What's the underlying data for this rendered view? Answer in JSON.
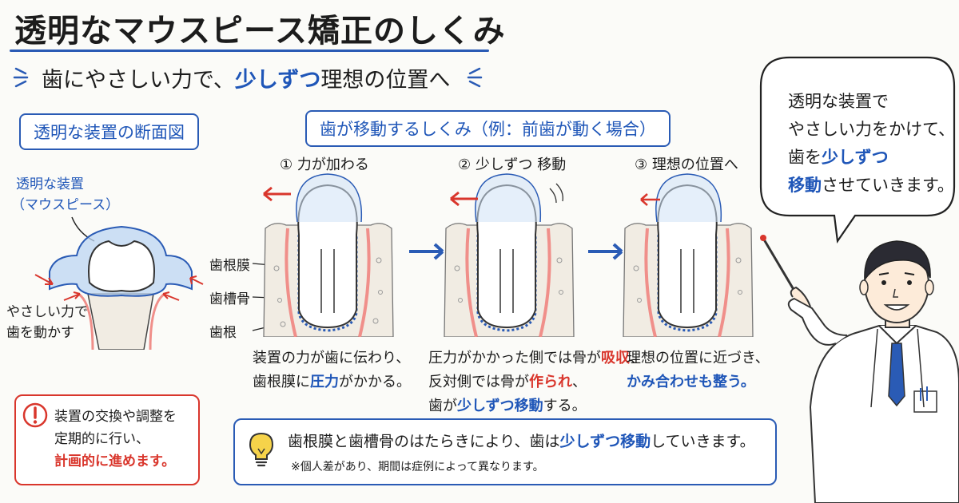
{
  "title": "透明なマウスピース矯正のしくみ",
  "subtitle": {
    "part1": "歯にやさしい力で、",
    "highlight": "少しずつ",
    "part2": "理想の位置へ"
  },
  "cross_section": {
    "heading": "透明な装置の断面図",
    "device_label": "透明な装置",
    "device_label_sub": "（マウスピース）",
    "force_label_line1": "やさしい力で",
    "force_label_line2": "歯を動かす"
  },
  "mechanism": {
    "heading": "歯が移動するしくみ（例：前歯が動く場合）",
    "steps": [
      {
        "label": "① 力が加わる"
      },
      {
        "label": "② 少しずつ 移動"
      },
      {
        "label": "③ 理想の位置へ"
      }
    ],
    "parts": [
      "歯根膜",
      "歯槽骨",
      "歯根"
    ],
    "desc1": {
      "l1": "装置の力が歯に伝わり、",
      "l2a": "歯根膜に",
      "l2b": "圧力",
      "l2c": "がかかる。"
    },
    "desc2": {
      "l1a": "圧力がかかった側では骨が",
      "l1b": "吸収",
      "l1c": "、",
      "l2a": "反対側では骨が",
      "l2b": "作られ",
      "l2c": "、",
      "l3a": "歯が",
      "l3b": "少しずつ移動",
      "l3c": "する。"
    },
    "desc3": {
      "l1": "理想の位置に近づき、",
      "l2": "かみ合わせも整う。"
    }
  },
  "warning": {
    "l1": "装置の交換や調整を",
    "l2": "定期的に行い、",
    "l3": "計画的に進めます。",
    "icon": "exclamation-icon"
  },
  "tip": {
    "main_a": "歯根膜と歯槽骨のはたらきにより、歯は",
    "main_b": "少しずつ移動",
    "main_c": "していきます。",
    "note": "※個人差があり、期間は症例によって異なります。",
    "icon": "lightbulb-icon"
  },
  "bubble": {
    "l1": "透明な装置で",
    "l2": "やさしい力をかけて、",
    "l3a": "歯を",
    "l3b": "少しずつ",
    "l4a": "移動",
    "l4b": "させていきます。"
  },
  "colors": {
    "accent": "#2a5bb5",
    "warning": "#d9362c",
    "bone": "#f1ece3",
    "gum": "#f4b4b0"
  }
}
